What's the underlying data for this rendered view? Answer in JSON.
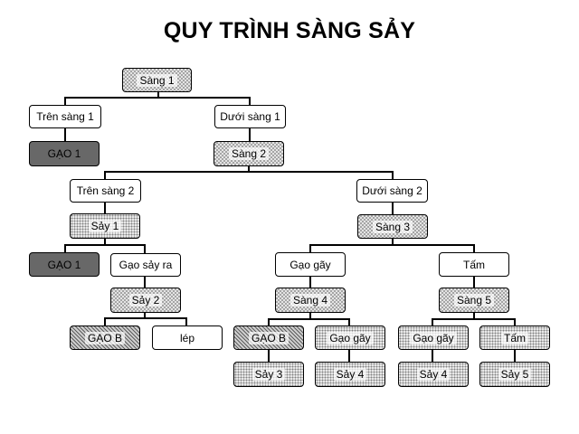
{
  "title": "QUY TRÌNH SÀNG SẢY",
  "nodes": {
    "sang_1": "Sàng 1",
    "tren_sang_1": "Trên sàng 1",
    "duoi_sang_1": "Dưới sàng 1",
    "gao_1_top": "GẠO 1",
    "sang_2": "Sàng 2",
    "tren_sang_2": "Trên sàng 2",
    "duoi_sang_2": "Dưới sàng 2",
    "say_1": "Sảy 1",
    "sang_3": "Sàng 3",
    "gao_1_left": "GẠO 1",
    "gao_say_ra": "Gạo sảy ra",
    "gao_gay_mid": "Gạo gãy",
    "tam_mid": "Tấm",
    "say_2": "Sảy 2",
    "sang_4": "Sàng 4",
    "sang_5": "Sàng 5",
    "gao_b_left": "GẠO B",
    "lep": "lép",
    "gao_b_mid": "GẠO B",
    "gao_gay_b": "Gạo gãy",
    "gao_gay_c": "Gạo gãy",
    "tam_right": "Tấm",
    "say_3": "Sảy 3",
    "say_4_a": "Sảy 4",
    "say_4_b": "Sảy 4",
    "say_5": "Sảy 5"
  }
}
